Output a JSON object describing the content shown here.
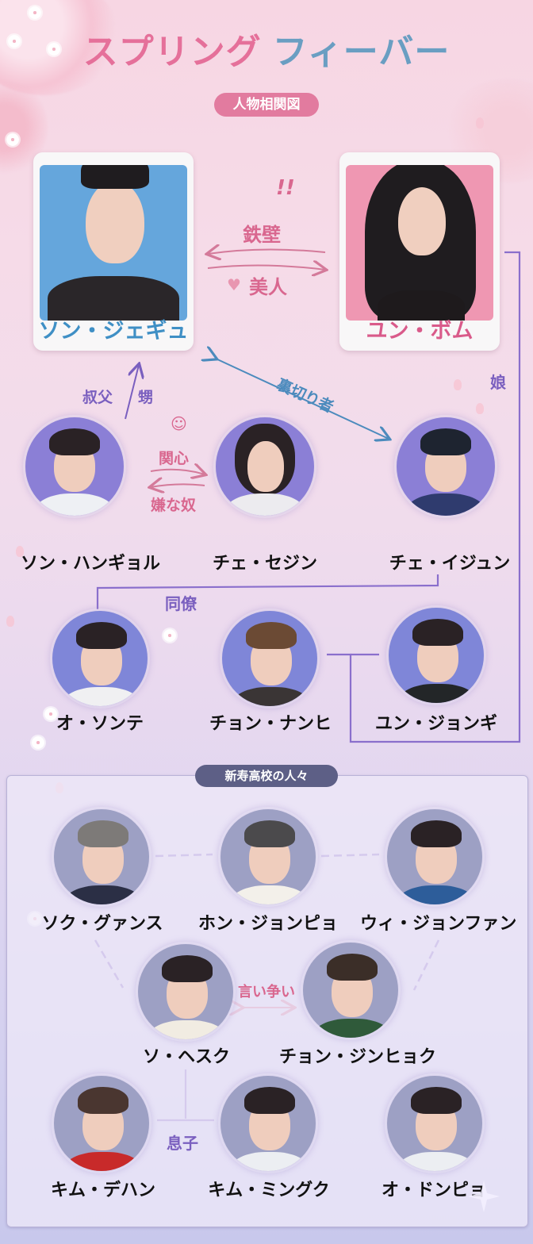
{
  "title": {
    "part1": "スプリング",
    "part2": "フィーバー",
    "subtitle": "人物相関図",
    "colors": {
      "part1": "#e5709a",
      "part2": "#6a9ec2",
      "subtitle_bg": "#e27b9f"
    }
  },
  "main_characters": [
    {
      "name": "ソン・ジェギュ",
      "card_color": "#65a6dc",
      "name_color": "#3f8fc5"
    },
    {
      "name": "ユン・ボム",
      "card_color": "#ef97b2",
      "name_color": "#d95a8a"
    }
  ],
  "main_relation": {
    "exclaim": "!!",
    "left_to_right_top": "鉄壁",
    "right_to_left_bottom": "美人",
    "heart": "♥"
  },
  "characters": [
    {
      "id": "son-hangyeol",
      "name": "ソン・ハンギョル"
    },
    {
      "id": "choi-sejin",
      "name": "チェ・セジン"
    },
    {
      "id": "choi-ijun",
      "name": "チェ・イジュン"
    },
    {
      "id": "oh-sonte",
      "name": "オ・ソンテ"
    },
    {
      "id": "jeong-nanhi",
      "name": "チョン・ナンヒ"
    },
    {
      "id": "yun-jonggi",
      "name": "ユン・ジョンギ"
    }
  ],
  "relations": {
    "uncle": "叔父",
    "nephew": "甥",
    "traitor": "裏切り者",
    "interest": "関心",
    "disliked": "嫌な奴",
    "smile": "☺",
    "daughter": "娘",
    "colleague": "同僚"
  },
  "school": {
    "header": "新寿高校の人々",
    "characters": [
      {
        "id": "seok-gwangsu",
        "name": "ソク・グァンス"
      },
      {
        "id": "hong-jongpyo",
        "name": "ホン・ジョンピョ"
      },
      {
        "id": "wi-jonghwan",
        "name": "ウィ・ジョンファン"
      },
      {
        "id": "so-hesuk",
        "name": "ソ・ヘスク"
      },
      {
        "id": "jeong-jinhyeok",
        "name": "チョン・ジンヒョク"
      },
      {
        "id": "kim-dehan",
        "name": "キム・デハン"
      },
      {
        "id": "kim-mingguk",
        "name": "キム・ミングク"
      },
      {
        "id": "oh-donpyo",
        "name": "オ・ドンピョ"
      }
    ],
    "relations": {
      "argument": "言い争い",
      "son": "息子"
    }
  },
  "colors": {
    "line": "#8a6fcc",
    "relation_pink": "#d9678f",
    "relation_purple": "#7a5fbf",
    "relation_blue": "#4c8bbd",
    "school_pill": "#5d5f86"
  }
}
